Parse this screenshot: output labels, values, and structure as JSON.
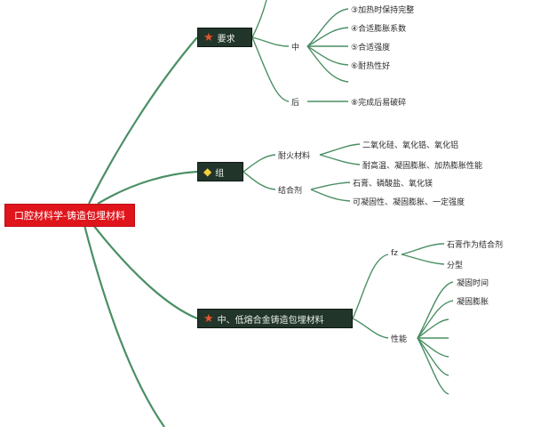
{
  "root": {
    "label": "口腔材料学-铸造包埋材料"
  },
  "branches": {
    "requirement": {
      "icon": "star-icon",
      "label": "要求"
    },
    "composition": {
      "icon": "gem-icon",
      "label": "组"
    },
    "low_melt": {
      "icon": "star-icon",
      "label": "中、低熔合金铸造包埋材料"
    }
  },
  "requirement": {
    "middle": {
      "label": "中",
      "items": [
        "③加热时保持完整",
        "④合适膨胀系数",
        "⑤合适强度",
        "⑥耐热性好"
      ]
    },
    "after": {
      "label": "后",
      "items": [
        "⑧完成后易破碎"
      ]
    }
  },
  "composition": {
    "refractory": {
      "label": "耐火材料",
      "items": [
        "二氧化硅、氧化锆、氧化铝",
        "耐高温、凝固膨胀、加热膨胀性能"
      ]
    },
    "binder": {
      "label": "结合剂",
      "items": [
        "石膏、磷酸盐、氧化镁",
        "可凝固性、凝固膨胀、一定强度"
      ]
    }
  },
  "low_melt": {
    "fz": {
      "label": "fz",
      "items": [
        "石膏作为结合剂",
        "分型"
      ]
    },
    "performance": {
      "label": "性能",
      "items": [
        "凝固时间",
        "凝固膨胀"
      ]
    }
  },
  "colors": {
    "line": "#4a8f64",
    "root_bg": "#e0141b",
    "branch_bg": "#22352b",
    "star": "#e8542b",
    "gem": "#f3d13a"
  }
}
